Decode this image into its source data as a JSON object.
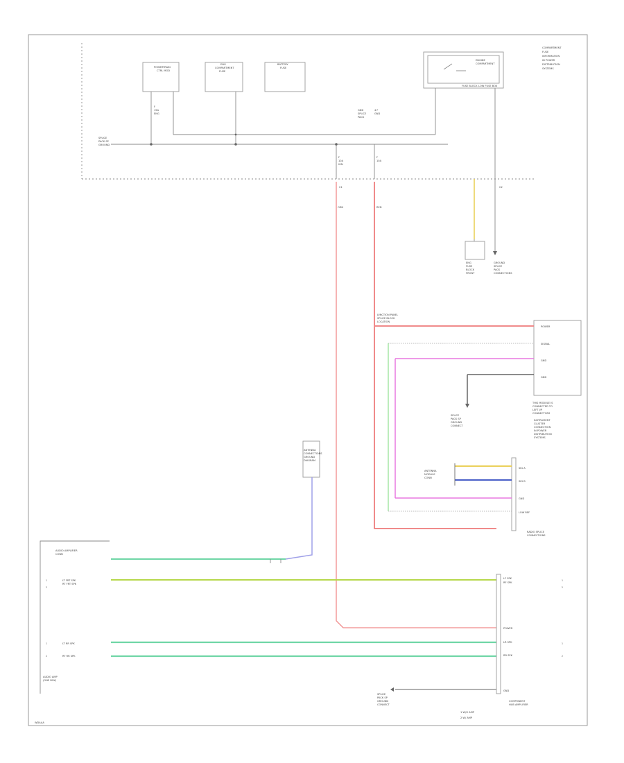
{
  "diagram": {
    "footer": "WDAAA",
    "top_modules": [
      {
        "lines": [
          "POWERTRAIN",
          "CTRL MOD"
        ]
      },
      {
        "lines": [
          "ENG",
          "COMPARTMENT",
          "FUSE"
        ]
      },
      {
        "lines": [
          "BATTERY",
          "FUSE"
        ]
      }
    ],
    "top_right_module": {
      "lines": [
        "ENGINE",
        "COMPARTMENT",
        "FUSE BLOCK",
        "LOW FUSE BOX"
      ]
    },
    "top_right_notes": [
      "COMPARTMENT",
      "FUSE",
      "INFORMATION",
      "IN POWER",
      "DISTRIBUTION",
      "SYSTEMS"
    ],
    "labels": {
      "left_bus": [
        "SPLICE",
        "PACK SP",
        "GROUND"
      ],
      "mid_bus": [
        "GND",
        "SPLICE",
        "PACK"
      ],
      "mid_bus_detail": [
        "4 F",
        "GND"
      ],
      "f1": [
        "F",
        "15A",
        "ENG"
      ],
      "f2": [
        "F",
        "10A",
        "IGN"
      ],
      "f3": [
        "F",
        "10A"
      ],
      "c1": "C1",
      "c2": "C2",
      "right_ground": [
        "GROUND",
        "SPLICE",
        "PACK",
        "CONNECTIONS"
      ],
      "fuse_block_note": [
        "ENG",
        "FUSE",
        "BLOCK",
        "FRONT"
      ],
      "junction_note": [
        "JUNCTION PANEL",
        "SPLICE BLOCK",
        "LOCATION"
      ],
      "antenna_note": [
        "ANTENNA",
        "CONNECTIONS",
        "GROUND",
        "DIAGRAM"
      ],
      "upper_right_box": [
        "POWER",
        "SIGNAL",
        "GND",
        "GND"
      ],
      "upper_right_box_note": [
        "THIS MODULE IS",
        "CONNECTED TO",
        "LEFT I/P",
        "CONNECTORS"
      ],
      "junction_ground": [
        "SPLICE",
        "PACK SP",
        "GROUND",
        "CONNECT"
      ],
      "instrument_note": [
        "INSTRUMENT",
        "CLUSTER",
        "CONNECTION",
        "IN POWER",
        "DISTRIBUTION",
        "SYSTEMS"
      ],
      "antenna_module": [
        "ANTENNA",
        "MODULE",
        "CONN"
      ],
      "mid_box": [
        "SIG A",
        "SIG B",
        "GND",
        "LOW REF"
      ],
      "mid_box_note": [
        "RADIO SPLICE",
        "CONNECTIONS"
      ],
      "bottom_left_title": [
        "AUDIO AMPLIFIER",
        "CONN"
      ],
      "bottom_left_rows": [
        "LT FRT SPK",
        "RT FRT SPK",
        "LT RR SPK",
        "RT RR SPK"
      ],
      "bottom_left_sub": [
        "AUDIO AMP",
        "(ONE BOX)"
      ],
      "bottom_right_rows": [
        "LF SPK",
        "RF SPK",
        "POWER",
        "LR SPK",
        "RR SPK",
        "GND"
      ],
      "bottom_ground": [
        "SPLICE",
        "PACK SP",
        "GROUND",
        "CONNECT"
      ],
      "bottom_right_note": [
        "COMPONENT",
        "HUB AMPLIFIER"
      ],
      "legend": [
        "1  W/O AMP",
        "2  W/ AMP"
      ]
    },
    "colors": {
      "red": "#f08a8a",
      "green": "#6fd6a6",
      "lime": "#b6d84a",
      "yellow": "#ead05a",
      "blue": "#4a5fc8",
      "pink": "#e878e0",
      "ltgreen": "#8fe08f",
      "violet": "#9fa0e8",
      "grey": "#8a8a8a"
    }
  }
}
